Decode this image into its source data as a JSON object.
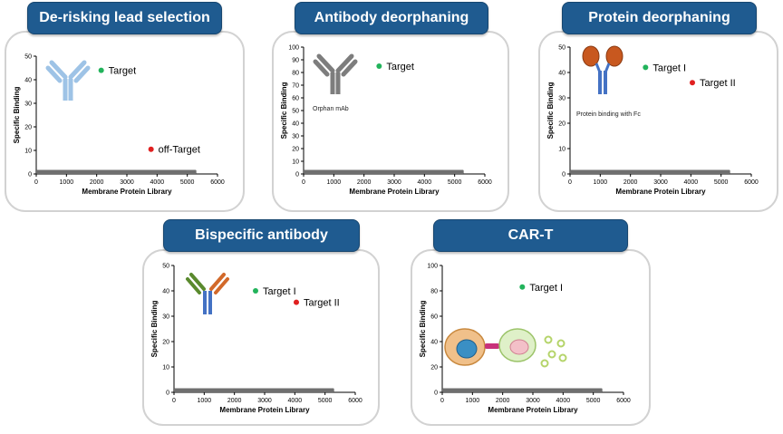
{
  "chart_data": [
    {
      "id": "p1",
      "type": "scatter",
      "title": "De-risking lead selection",
      "xlabel": "Membrane  Protein Library",
      "ylabel": "Specific Binding",
      "xlim": [
        0,
        6000
      ],
      "ylim": [
        0,
        50
      ],
      "xticks": [
        0,
        1000,
        2000,
        3000,
        4000,
        5000,
        6000
      ],
      "yticks": [
        0,
        10,
        20,
        30,
        40,
        50
      ],
      "background_range": [
        0,
        5300
      ],
      "points": [
        {
          "x": 2150,
          "y": 44,
          "label": "Target",
          "color": "#22b35b"
        },
        {
          "x": 3800,
          "y": 10.5,
          "label": "off-Target",
          "color": "#e02020"
        }
      ],
      "icon": "antibody-light-blue-icon"
    },
    {
      "id": "p2",
      "type": "scatter",
      "title": "Antibody deorphaning",
      "xlabel": "Membrane  Protein Library",
      "ylabel": "Specific Binding",
      "xlim": [
        0,
        6000
      ],
      "ylim": [
        0,
        100
      ],
      "xticks": [
        0,
        1000,
        2000,
        3000,
        4000,
        5000,
        6000
      ],
      "yticks": [
        0,
        10,
        20,
        30,
        40,
        50,
        60,
        70,
        80,
        90,
        100
      ],
      "background_range": [
        0,
        5300
      ],
      "points": [
        {
          "x": 2500,
          "y": 85,
          "label": "Target",
          "color": "#22b35b"
        }
      ],
      "icon": "antibody-grey-icon",
      "annotation": "Orphan mAb"
    },
    {
      "id": "p3",
      "type": "scatter",
      "title": "Protein deorphaning",
      "xlabel": "Membrane  Protein Library",
      "ylabel": "Specific Binding",
      "xlim": [
        0,
        6000
      ],
      "ylim": [
        0,
        50
      ],
      "xticks": [
        0,
        1000,
        2000,
        3000,
        4000,
        5000,
        6000
      ],
      "yticks": [
        0,
        10,
        20,
        30,
        40,
        50
      ],
      "background_range": [
        0,
        5300
      ],
      "points": [
        {
          "x": 2500,
          "y": 42,
          "label": "Target I",
          "color": "#22b35b"
        },
        {
          "x": 4050,
          "y": 36,
          "label": "Target II",
          "color": "#e02020"
        }
      ],
      "icon": "fc-fusion-protein-icon",
      "annotation": "Protein binding with Fc"
    },
    {
      "id": "p4",
      "type": "scatter",
      "title": "Bispecific antibody",
      "xlabel": "Membrane  Protein Library",
      "ylabel": "Specific Binding",
      "xlim": [
        0,
        6000
      ],
      "ylim": [
        0,
        50
      ],
      "xticks": [
        0,
        1000,
        2000,
        3000,
        4000,
        5000,
        6000
      ],
      "yticks": [
        0,
        10,
        20,
        30,
        40,
        50
      ],
      "background_range": [
        0,
        5300
      ],
      "points": [
        {
          "x": 2700,
          "y": 40,
          "label": "Target I",
          "color": "#22b35b"
        },
        {
          "x": 4050,
          "y": 35.5,
          "label": "Target II",
          "color": "#e02020"
        }
      ],
      "icon": "bispecific-antibody-icon"
    },
    {
      "id": "p5",
      "type": "scatter",
      "title": "CAR-T",
      "xlabel": "Membrane  Protein Library",
      "ylabel": "Specific Binding",
      "xlim": [
        0,
        6000
      ],
      "ylim": [
        0,
        100
      ],
      "xticks": [
        0,
        1000,
        2000,
        3000,
        4000,
        5000,
        6000
      ],
      "yticks": [
        0,
        20,
        40,
        60,
        80,
        100
      ],
      "background_range": [
        0,
        5300
      ],
      "points": [
        {
          "x": 2650,
          "y": 83,
          "label": "Target I",
          "color": "#22b35b"
        }
      ],
      "icon": "car-t-cell-icon"
    }
  ]
}
